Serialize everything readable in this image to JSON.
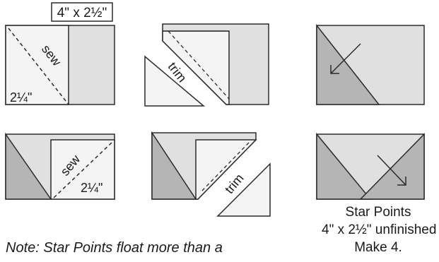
{
  "diagram": {
    "size_label": "4\" x 2½\"",
    "step1": {
      "sew_label": "sew",
      "square_label": "2¼\""
    },
    "step2": {
      "trim_label": "trim"
    },
    "step4": {
      "sew_label": "sew",
      "square_label": "2¼\""
    },
    "step5": {
      "trim_label": "trim"
    },
    "result": {
      "title": "Star Points",
      "size": "4\" x 2½\" unfinished",
      "count": "Make 4."
    },
    "note": "Note: Star Points float more than a",
    "colors": {
      "light_fabric": "#e0e0e0",
      "dark_fabric": "#b5b5b5",
      "white_square": "#f4f4f4",
      "outline": "#2b2b2b"
    }
  }
}
